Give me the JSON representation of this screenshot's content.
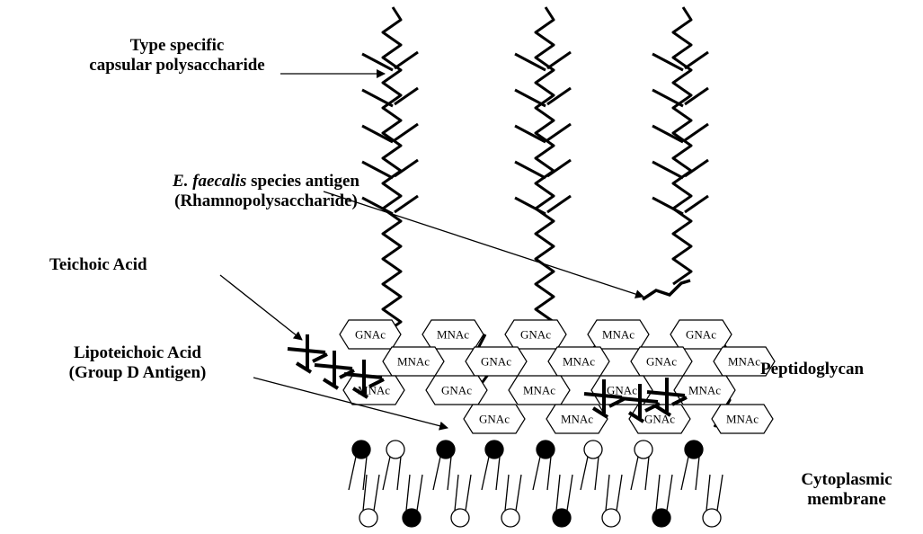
{
  "labels": {
    "capsular_line1": "Type specific",
    "capsular_line2": "capsular polysaccharide",
    "species_italic": "E. faecalis",
    "species_rest": " species antigen",
    "species_line2": "(Rhamnopolysaccharide)",
    "teichoic": "Teichoic Acid",
    "lipoteichoic_line1": "Lipoteichoic Acid",
    "lipoteichoic_line2": "(Group D Antigen)",
    "peptidoglycan": "Peptidoglycan",
    "membrane_line1": "Cytoplasmic",
    "membrane_line2": "membrane"
  },
  "hexagons": {
    "row1": [
      "GNAc",
      "MNAc",
      "GNAc",
      "MNAc",
      "GNAc"
    ],
    "row2": [
      "MNAc",
      "GNAc",
      "MNAc",
      "GNAc",
      "MNAc"
    ],
    "row3": [
      "MNAc",
      "GNAc",
      "MNAc",
      "GNAc",
      "MNAc"
    ],
    "row4": [
      "GNAc",
      "MNAc",
      "GNAc",
      "MNAc"
    ]
  },
  "colors": {
    "line": "#000000",
    "background": "#ffffff"
  }
}
